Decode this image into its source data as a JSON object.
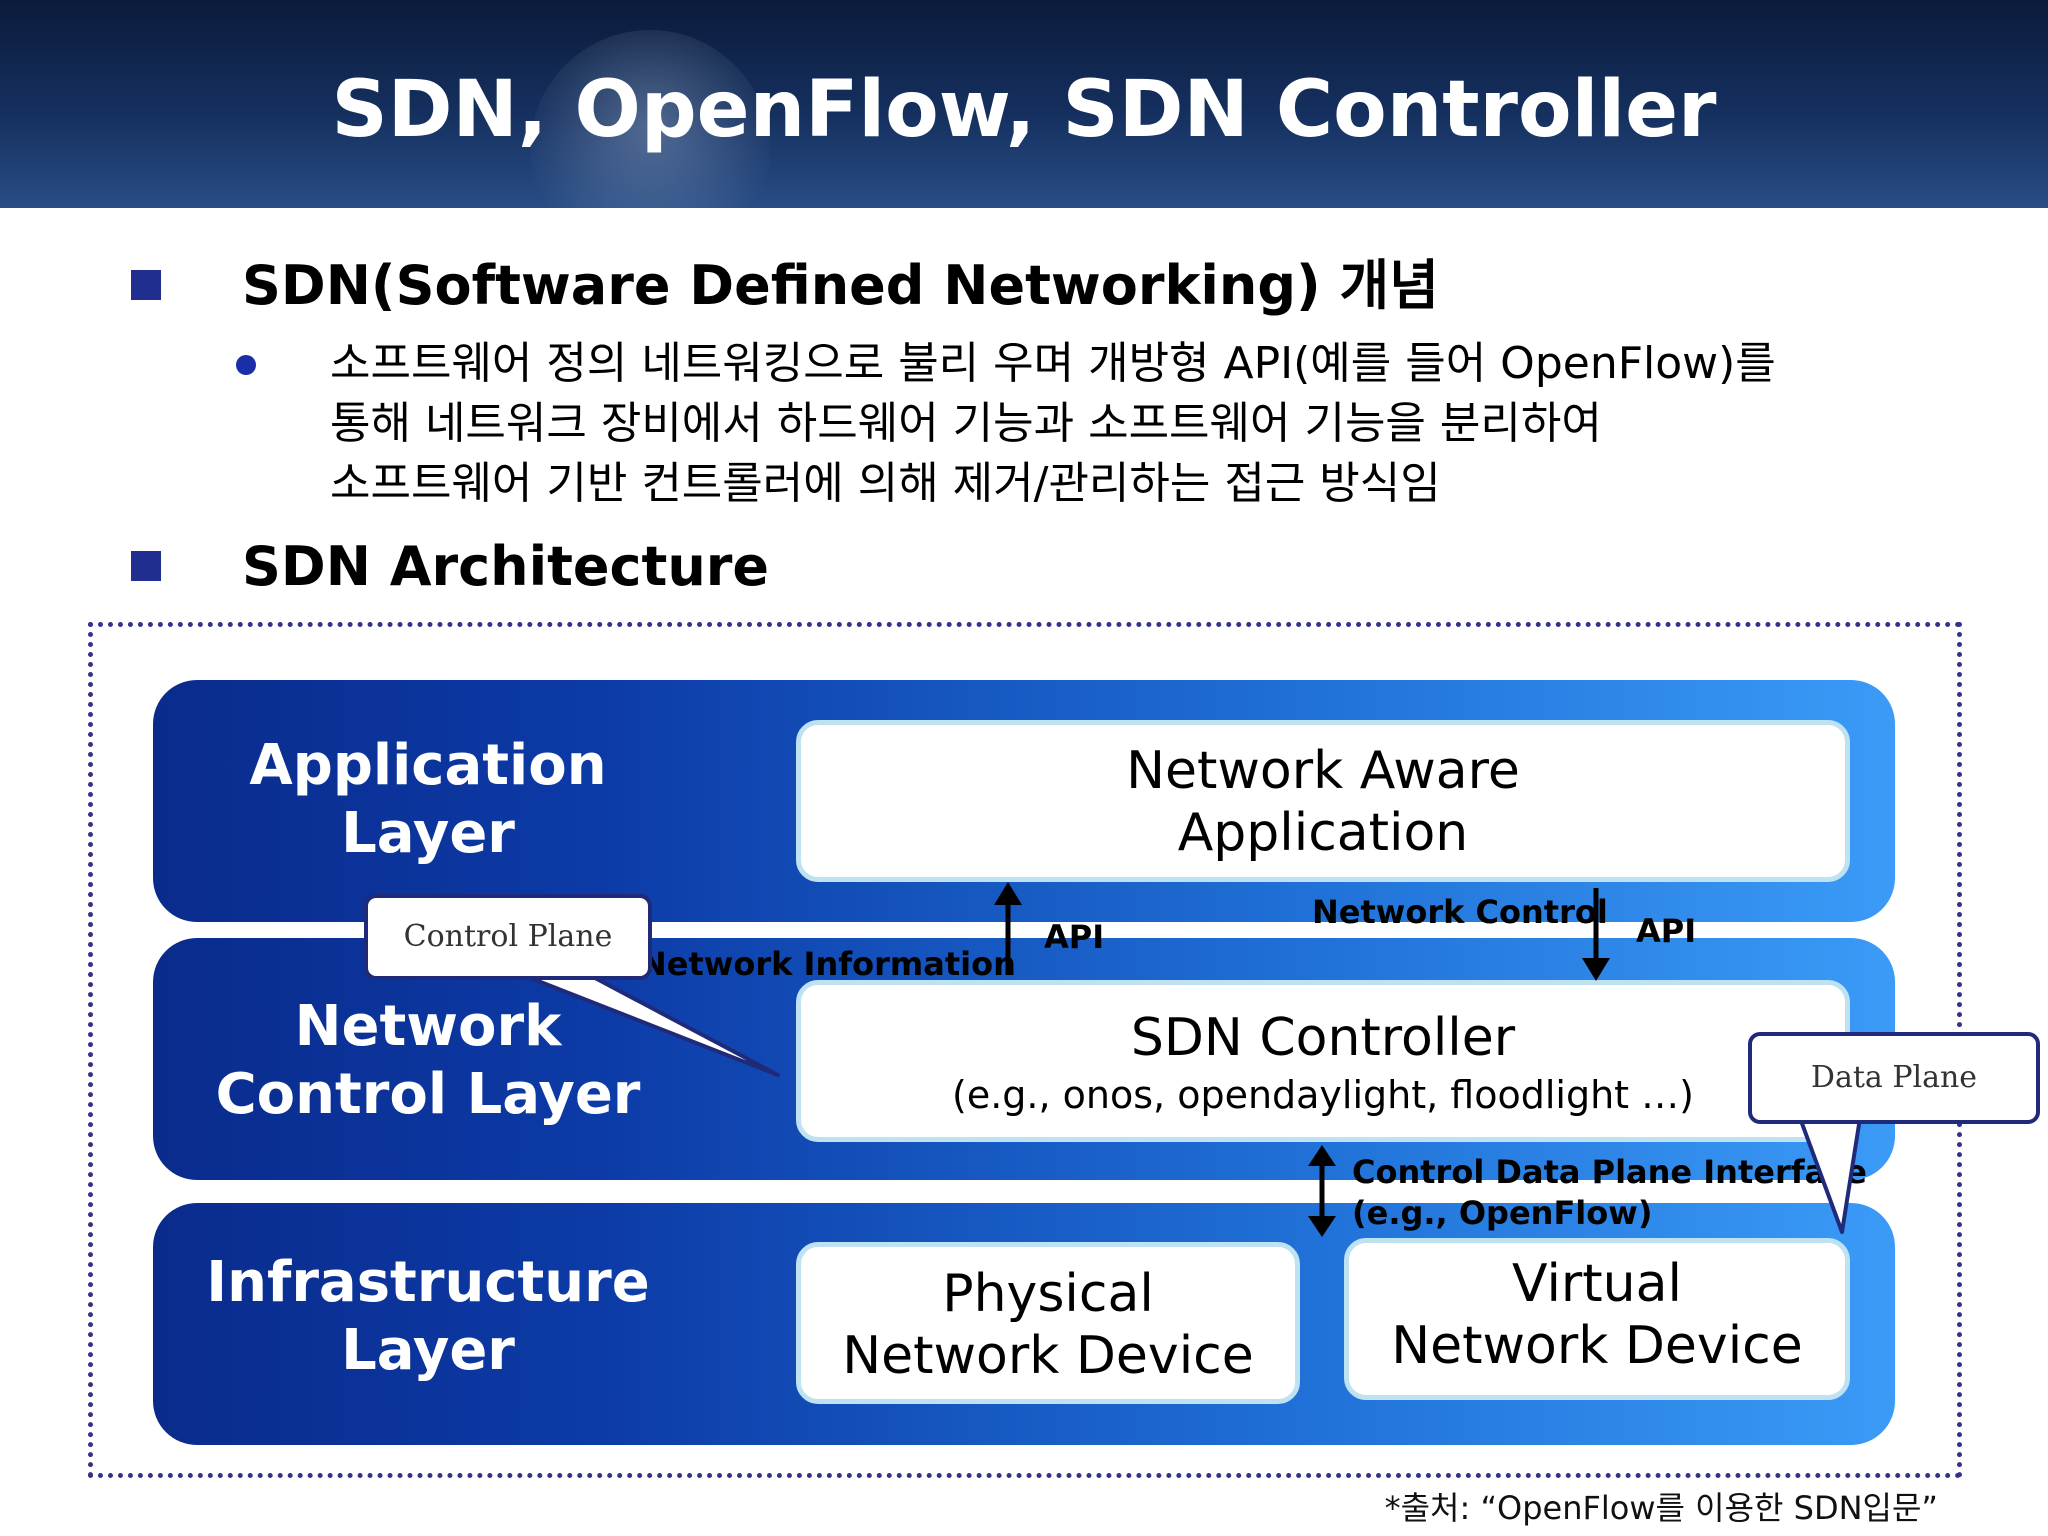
{
  "title": "SDN, OpenFlow, SDN Controller",
  "section1": {
    "heading": "SDN(Software Defined Networking) 개념",
    "lines": [
      "소프트웨어 정의 네트워킹으로 불리 우며 개방형 API(예를 들어 OpenFlow)를",
      "통해 네트워크 장비에서 하드웨어 기능과 소프트웨어 기능을 분리하여",
      "소프트웨어 기반 컨트롤러에 의해 제거/관리하는 접근 방식임"
    ]
  },
  "section2": {
    "heading": "SDN Architecture"
  },
  "diagram": {
    "layers": {
      "application": "Application\nLayer",
      "control": "Network\nControl Layer",
      "infrastructure": "Infrastructure\nLayer"
    },
    "boxes": {
      "app": "Network Aware\nApplication",
      "controller_title": "SDN Controller",
      "controller_sub": "(e.g., onos, opendaylight, floodlight …)",
      "physical": "Physical\nNetwork Device",
      "virtual": "Virtual\nNetwork Device"
    },
    "labels": {
      "network_information": "Network Information",
      "api_left": "API",
      "network_control": "Network Control",
      "api_right": "API",
      "cdpi_line1": "Control Data Plane Interface",
      "cdpi_line2": "(e.g., OpenFlow)"
    },
    "callouts": {
      "control_plane": "Control Plane",
      "data_plane": "Data Plane"
    }
  },
  "source": "*출처: “OpenFlow를 이용한 SDN입문”"
}
